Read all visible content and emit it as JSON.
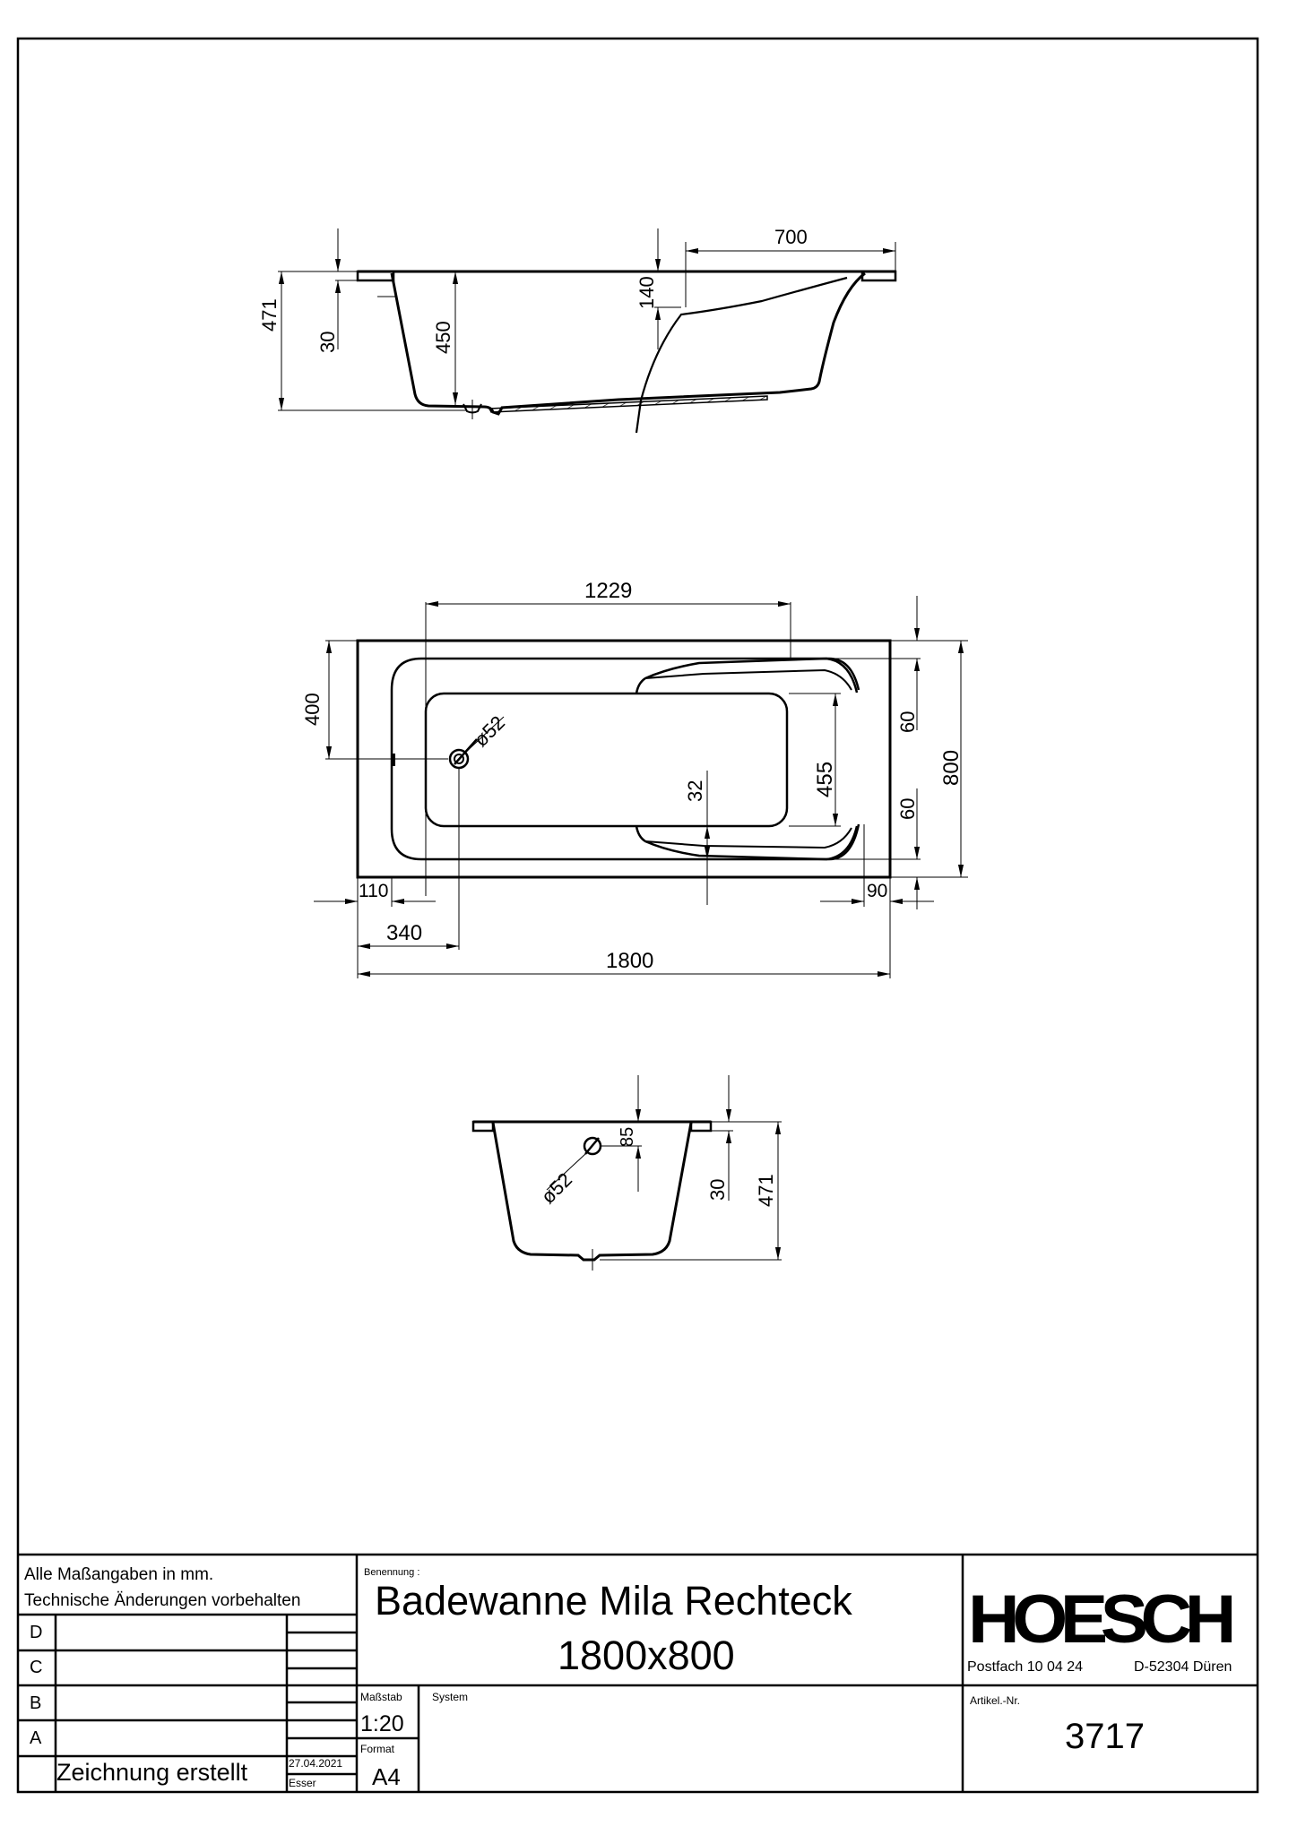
{
  "drawing": {
    "side_view": {
      "dimensions": {
        "overall_height": "471",
        "rim_thickness": "30",
        "inner_depth": "450",
        "backrest_drop": "140",
        "backrest_length": "700"
      }
    },
    "plan_view": {
      "dimensions": {
        "drain_to_center_length": "1229",
        "drain_offset_from_side": "400",
        "drain_diameter": "ø52",
        "floor_width": "455",
        "armrest_top": "60",
        "armrest_bottom": "60",
        "overall_width": "800",
        "rim_gap": "32",
        "left_rim": "110",
        "right_rim": "90",
        "drain_from_left": "340",
        "overall_length": "1800"
      }
    },
    "end_view": {
      "dimensions": {
        "overflow_diameter": "ø52",
        "overflow_from_top": "85",
        "rim_thickness": "30",
        "overall_height": "471"
      }
    }
  },
  "title_block": {
    "notes": {
      "line1": "Alle Maßangaben in mm.",
      "line2": "Technische Änderungen vorbehalten"
    },
    "revisions": [
      {
        "letter": "D"
      },
      {
        "letter": "C"
      },
      {
        "letter": "B"
      },
      {
        "letter": "A"
      }
    ],
    "created": {
      "label": "Zeichnung erstellt",
      "date": "27.04.2021",
      "author": "Esser"
    },
    "name": {
      "label": "Benennung :",
      "title_line1": "Badewanne Mila Rechteck",
      "title_line2": "1800x800"
    },
    "scale": {
      "label": "Maßstab",
      "value": "1:20"
    },
    "format": {
      "label": "Format",
      "value": "A4"
    },
    "system": {
      "label": "System"
    },
    "company": {
      "logo": "HOESCH",
      "address_left": "Postfach 10 04 24",
      "address_right": "D-52304 Düren"
    },
    "article": {
      "label": "Artikel.-Nr.",
      "value": "3717"
    }
  }
}
